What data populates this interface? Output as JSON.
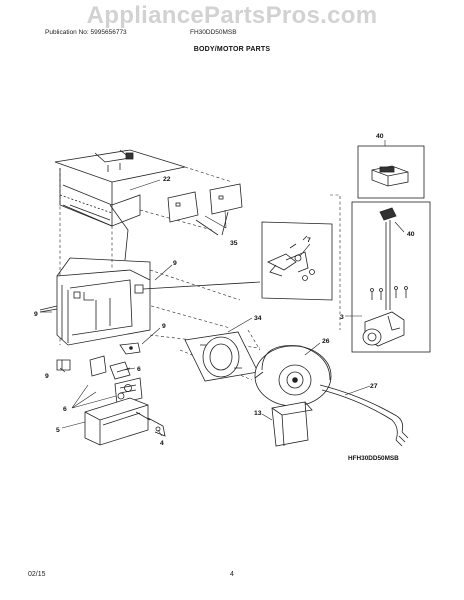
{
  "watermark": "AppliancePartsPros.com",
  "header": {
    "publication": "Publication No: 5995656773",
    "model": "FH30DD50MSB",
    "section_title": "BODY/MOTOR PARTS"
  },
  "diagram": {
    "callouts": [
      "40",
      "22",
      "35",
      "7",
      "9",
      "40",
      "9",
      "34",
      "3",
      "26",
      "9",
      "9",
      "6",
      "6",
      "27",
      "13",
      "5",
      "4"
    ],
    "code": "HFH30DD50MSB"
  },
  "footer": {
    "date": "02/15",
    "page": "4"
  }
}
